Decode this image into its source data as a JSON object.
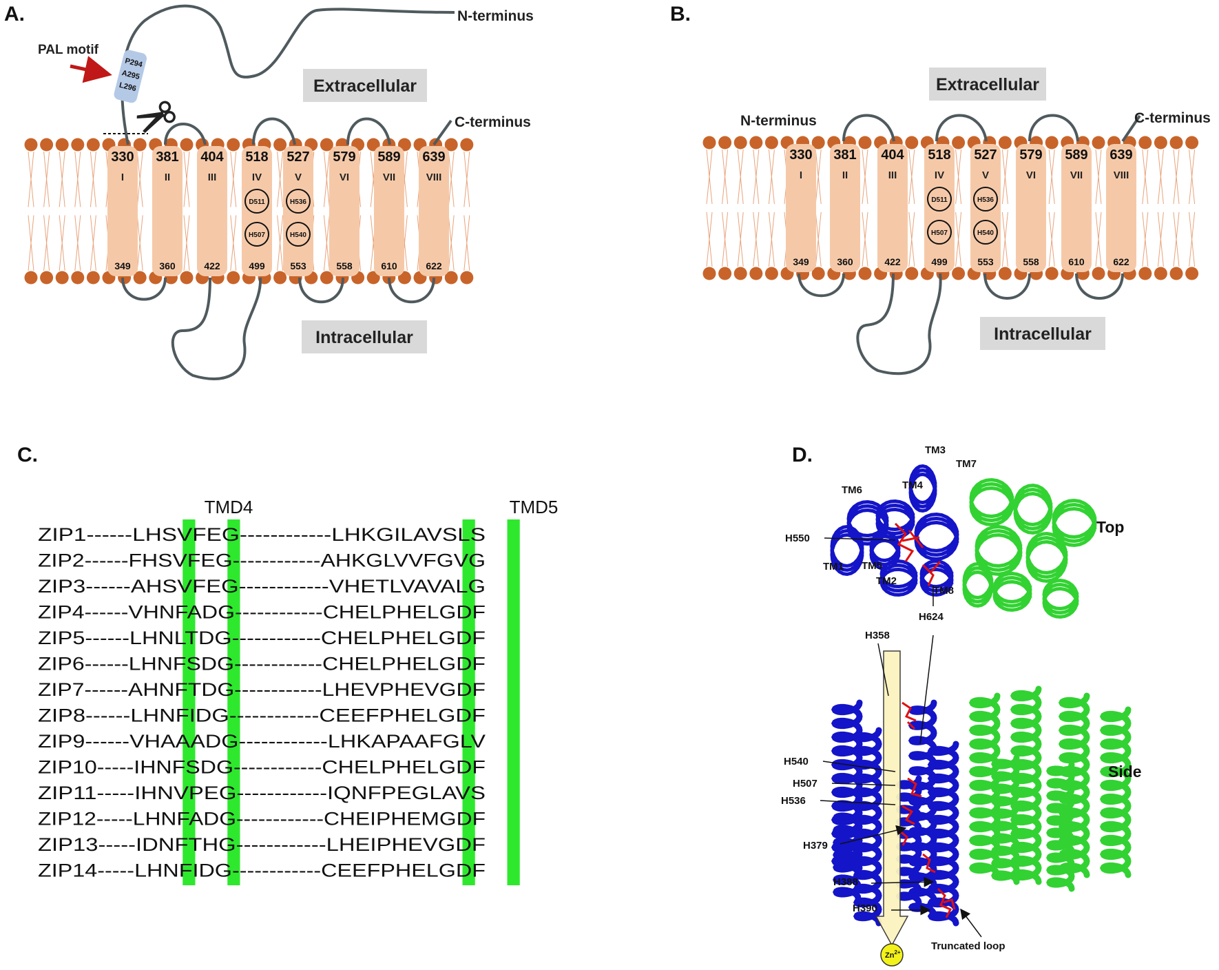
{
  "panelA": {
    "label": "A.",
    "nterm": "N-terminus",
    "cterm": "C-terminus",
    "extracellular": "Extracellular",
    "intracellular": "Intracellular",
    "pal_motif": "PAL motif",
    "pal_residues": [
      "P294",
      "A295",
      "L296"
    ]
  },
  "panelB": {
    "label": "B.",
    "nterm": "N-terminus",
    "cterm": "C-terminus",
    "extracellular": "Extracellular",
    "intracellular": "Intracellular"
  },
  "helices": [
    {
      "roman": "I",
      "top": "330",
      "bottom": "349"
    },
    {
      "roman": "II",
      "top": "381",
      "bottom": "360"
    },
    {
      "roman": "III",
      "top": "404",
      "bottom": "422"
    },
    {
      "roman": "IV",
      "top": "518",
      "bottom": "499",
      "residues": [
        "D511",
        "H507"
      ]
    },
    {
      "roman": "V",
      "top": "527",
      "bottom": "553",
      "residues": [
        "H536",
        "H540"
      ]
    },
    {
      "roman": "VI",
      "top": "579",
      "bottom": "558"
    },
    {
      "roman": "VII",
      "top": "589",
      "bottom": "610"
    },
    {
      "roman": "VIII",
      "top": "639",
      "bottom": "622"
    }
  ],
  "panelC": {
    "label": "C.",
    "tmd4": "TMD4",
    "tmd5": "TMD5",
    "rows": [
      {
        "name": "ZIP1",
        "seq": "------LHSVFEG------------LHKGILAVSLS"
      },
      {
        "name": "ZIP2",
        "seq": "------FHSVFEG------------AHKGLVVFGVG"
      },
      {
        "name": "ZIP3",
        "seq": "------AHSVFEG------------VHETLVAVALG"
      },
      {
        "name": "ZIP4",
        "seq": "------VHNFADG------------CHELPHELGDF"
      },
      {
        "name": "ZIP5",
        "seq": "------LHNLTDG------------CHELPHELGDF"
      },
      {
        "name": "ZIP6",
        "seq": "------LHNFSDG------------CHELPHELGDF"
      },
      {
        "name": "ZIP7",
        "seq": "------AHNFTDG------------LHEVPHEVGDF"
      },
      {
        "name": "ZIP8",
        "seq": "------LHNFIDG------------CEEFPHELGDF"
      },
      {
        "name": "ZIP9",
        "seq": "------VHAAADG------------LHKAPAAFGLV"
      },
      {
        "name": "ZIP10",
        "seq": "-----IHNFSDG------------CHELPHELGDF"
      },
      {
        "name": "ZIP11",
        "seq": "-----IHNVPEG------------IQNFPEGLAVS"
      },
      {
        "name": "ZIP12",
        "seq": "-----LHNFADG------------CHEIPHEMGDF"
      },
      {
        "name": "ZIP13",
        "seq": "-----IDNFTHG------------LHEIPHEVGDF"
      },
      {
        "name": "ZIP14",
        "seq": "-----LHNFIDG------------CEEFPHELGDF"
      }
    ]
  },
  "panelD": {
    "label": "D.",
    "top_view": "Top",
    "side_view": "Side",
    "top_labels": [
      "TM3",
      "TM7",
      "TM6",
      "TM4",
      "H550",
      "TM1",
      "TM5",
      "TM2",
      "TM8",
      "H624"
    ],
    "side_labels": [
      "H358",
      "H540",
      "H507",
      "H536",
      "H379",
      "H388",
      "H390",
      "Truncated loop"
    ],
    "ion_base": "Zn",
    "ion_charge": "2+"
  },
  "colors": {
    "lipid_head": "#c8642a",
    "helix_fill": "#f5c9a8",
    "loop": "#4f5a5e",
    "label_box": "#d9d9d9",
    "pal_box": "#b4c9e6",
    "arrow_red": "#c01818",
    "highlight_green": "#2ee82e",
    "blue_protomer": "#1414c8",
    "green_protomer": "#32d232",
    "side_chain_red": "#e01010",
    "channel_arrow": "#fbf3be",
    "zinc": "#f2f21a"
  }
}
